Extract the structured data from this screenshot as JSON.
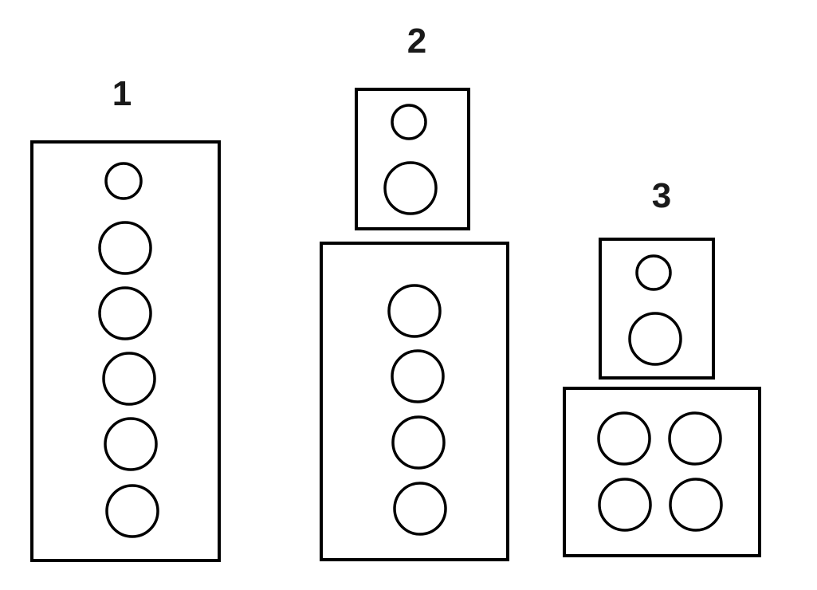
{
  "labels": {
    "stack1": "1",
    "stack2": "2",
    "stack3": "3"
  },
  "colors": {
    "stroke": "#000000",
    "background": "#ffffff",
    "label": "#1a1a1a"
  }
}
